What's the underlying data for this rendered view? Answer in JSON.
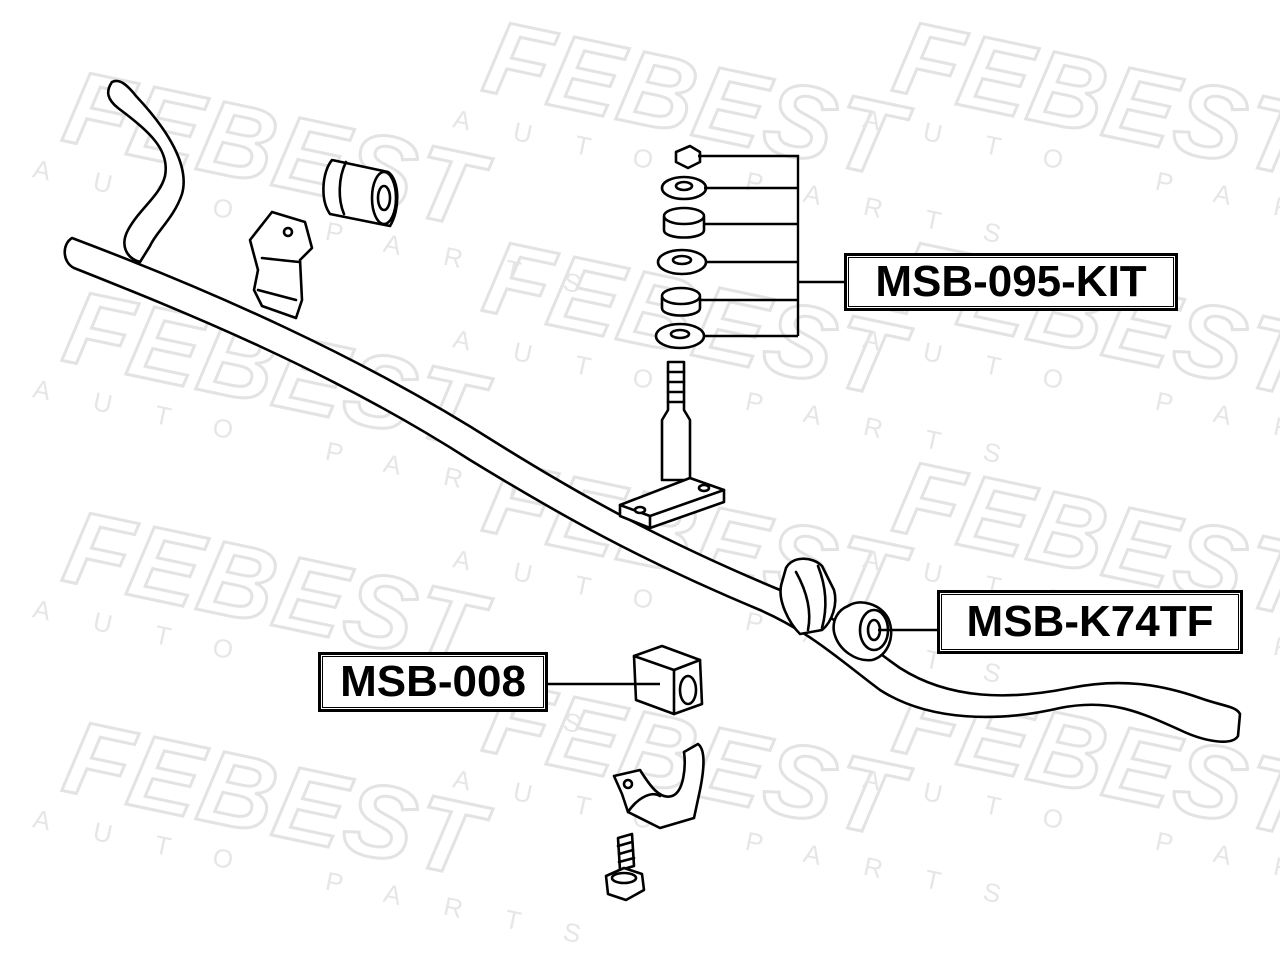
{
  "watermark": {
    "brand": "FEBEST",
    "subtitle": "AUTO PARTS"
  },
  "labels": {
    "kit": "MSB-095-KIT",
    "bushing_k74tf": "MSB-K74TF",
    "bushing_008": "MSB-008"
  }
}
